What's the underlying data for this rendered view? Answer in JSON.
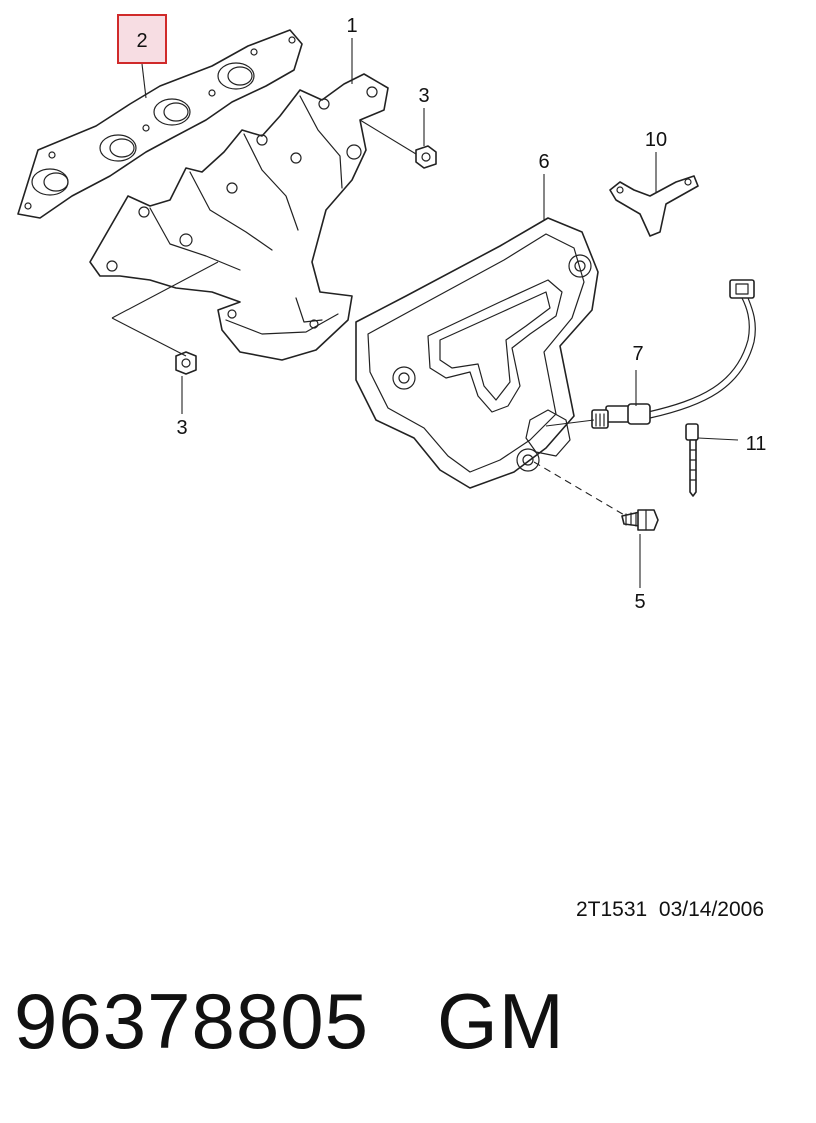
{
  "diagram": {
    "callouts": {
      "c1": "1",
      "c2": "2",
      "c3a": "3",
      "c3b": "3",
      "c5": "5",
      "c6": "6",
      "c7": "7",
      "c10": "10",
      "c11": "11"
    },
    "highlight_color": "#d02a2a"
  },
  "footer": {
    "ref_code": "2T1531",
    "date": "03/14/2006",
    "part_number": "96378805",
    "brand": "GM"
  }
}
